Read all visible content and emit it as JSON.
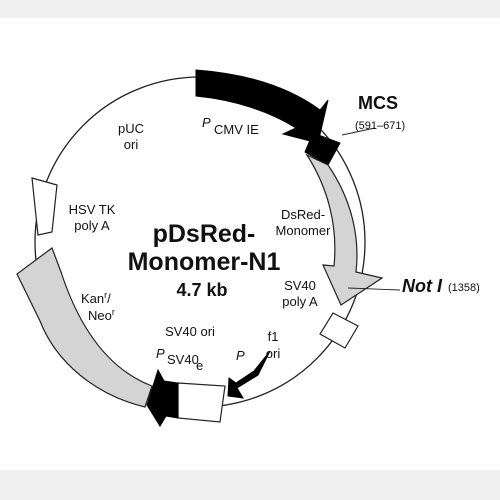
{
  "plasmid": {
    "name_line1": "pDsRed-",
    "name_line2": "Monomer-N1",
    "size": "4.7 kb"
  },
  "features": {
    "puc_ori": {
      "line1": "pUC",
      "line2": "ori"
    },
    "pcmv": {
      "p": "P",
      "sub": "CMV IE"
    },
    "mcs": {
      "label": "MCS",
      "range": "(591–671)"
    },
    "dsred": {
      "line1": "DsRed-",
      "line2": "Monomer"
    },
    "noti": {
      "name": "Not I",
      "pos": "(1358)"
    },
    "sv40_polya": {
      "line1": "SV40",
      "line2": "poly A"
    },
    "f1_ori": {
      "line1": "f1",
      "line2": "ori"
    },
    "p_small": "P",
    "sv40_ori": {
      "line1": "SV40 ori",
      "p": "P",
      "sub": "SV40",
      "subsub": "e"
    },
    "kan_neo": {
      "line1a": "Kan",
      "sup1": "r",
      "line1b": "/",
      "line2a": "Neo",
      "sup2": "r"
    },
    "hsv_tk": {
      "line1": "HSV TK",
      "line2": "poly A"
    }
  },
  "colors": {
    "promoter": "#000000",
    "gene": "#d4d4d4",
    "box": "#ffffff",
    "backbone": "#222222",
    "band": "#f0f0f0"
  }
}
